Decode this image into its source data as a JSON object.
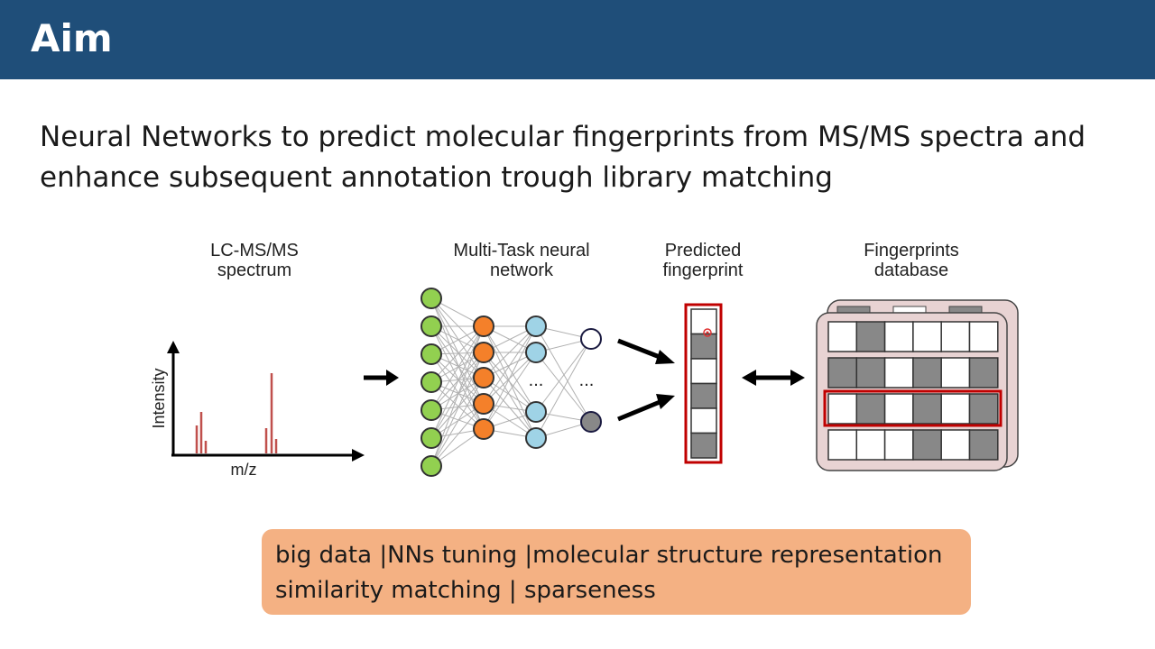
{
  "header": {
    "title": "Aim"
  },
  "subtitle": {
    "line1": "Neural Networks to predict molecular fingerprints from MS/MS spectra and",
    "line2": "enhance subsequent annotation trough library matching"
  },
  "diagram": {
    "spectrum": {
      "title_line1": "LC-MS/MS",
      "title_line2": "spectrum",
      "y_axis_label": "Intensity",
      "x_axis_label": "m/z",
      "peak_color": "#c0504d"
    },
    "network": {
      "title_line1": "Multi-Task neural",
      "title_line2": "network",
      "ellipsis": "...",
      "layer_colors": [
        "#92d050",
        "#f4802a",
        "#9fd3e6",
        "#ffffff"
      ]
    },
    "predicted": {
      "title_line1": "Predicted",
      "title_line2": "fingerprint",
      "cells": [
        0,
        1,
        0,
        1,
        0,
        1
      ]
    },
    "database": {
      "title_line1": "Fingerprints",
      "title_line2": "database",
      "rows": [
        [
          0,
          1,
          0,
          0,
          0,
          0
        ],
        [
          1,
          1,
          0,
          1,
          0,
          1
        ],
        [
          0,
          1,
          0,
          1,
          0,
          1
        ],
        [
          0,
          0,
          0,
          1,
          0,
          1
        ]
      ],
      "highlight_row": 3,
      "highlight_color": "#c00000"
    }
  },
  "note": {
    "line1": "big data |NNs tuning |molecular structure representation",
    "line2": "similarity matching | sparseness"
  }
}
